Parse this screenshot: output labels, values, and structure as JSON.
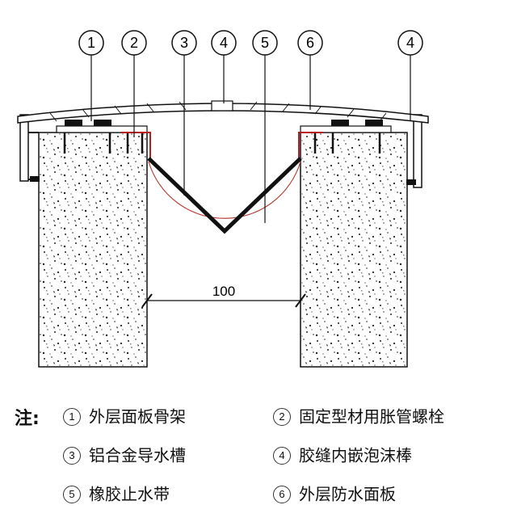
{
  "callouts": [
    "1",
    "2",
    "3",
    "4",
    "5",
    "6",
    "4"
  ],
  "dimension": "100",
  "note_label": "注:",
  "legend": [
    {
      "num": "1",
      "text": "外层面板骨架"
    },
    {
      "num": "2",
      "text": "固定型材用胀管螺栓"
    },
    {
      "num": "3",
      "text": "铝合金导水槽"
    },
    {
      "num": "4",
      "text": "胶缝内嵌泡沫棒"
    },
    {
      "num": "5",
      "text": "橡胶止水带"
    },
    {
      "num": "6",
      "text": "外层防水面板"
    }
  ]
}
